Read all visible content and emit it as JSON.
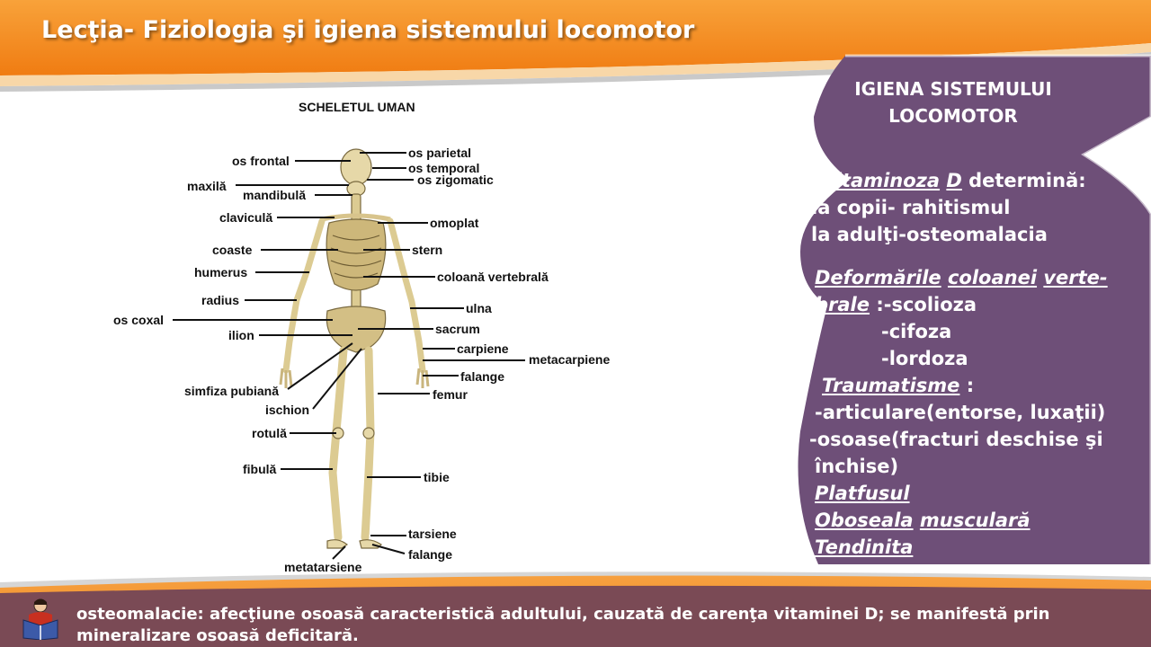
{
  "slide": {
    "title": "Lecţia- Fiziologia şi igiena sistemului locomotor",
    "colors": {
      "orange": "#f5891e",
      "purple": "#6e4f78",
      "footer": "#7a4a55"
    }
  },
  "diagram": {
    "title": "SCHELETUL  UMAN",
    "labels": {
      "os_frontal": "os frontal",
      "os_parietal": "os parietal",
      "os_temporal": "os temporal",
      "os_zigomatic": "os zigomatic",
      "maxila": "maxilă",
      "mandibula": "mandibulă",
      "clavicula": "claviculă",
      "omoplat": "omoplat",
      "coaste": "coaste",
      "stern": "stern",
      "humerus": "humerus",
      "coloana_vertebrala": "coloană vertebrală",
      "radius": "radius",
      "ulna": "ulna",
      "os_coxal": "os coxal",
      "sacrum": "sacrum",
      "ilion": "ilion",
      "carpiene": "carpiene",
      "metacarpiene": "metacarpiene",
      "falange_mana": "falange",
      "simfiza_pubiana": "simfiza pubiană",
      "femur": "femur",
      "ischion": "ischion",
      "rotula": "rotulă",
      "fibula": "fibulă",
      "tibie": "tibie",
      "tarsiene": "tarsiene",
      "falange_picior": "falange",
      "metatarsiene": "metatarsiene"
    }
  },
  "panel": {
    "heading_1": "IGIENA SISTEMULUI",
    "heading_2": "LOCOMOTOR",
    "avit_1": "Avitaminoza",
    "avit_2": "D",
    "avit_3": " determină:",
    "copii": " la copii- rahitismul",
    "adulti": " la adulţi-osteomalacia",
    "def_1": "Deformările",
    "def_2": "coloanei",
    "def_3": "verte-",
    "def_4": "brale",
    "def_5": " :-scolioza",
    "cifoza": "-cifoza",
    "lordoza": "-lordoza",
    "traum": "Traumatisme",
    "traum_colon": " :",
    "articulare": "-articulare(entorse, luxaţii)",
    "osoase_1": "-osoase(fracturi deschise şi",
    "osoase_2": "închise)",
    "platfus": "Platfusul",
    "oboseala_1": "Oboseala",
    "oboseala_2": "musculară",
    "tendinita": "Tendinita"
  },
  "footer": {
    "text": "osteomalacie: afecţiune osoasă caracteristică adultului, cauzată de carenţa vitaminei D; se manifestă prin mineralizare osoasă deficitară.",
    "icon": "reader-icon"
  }
}
